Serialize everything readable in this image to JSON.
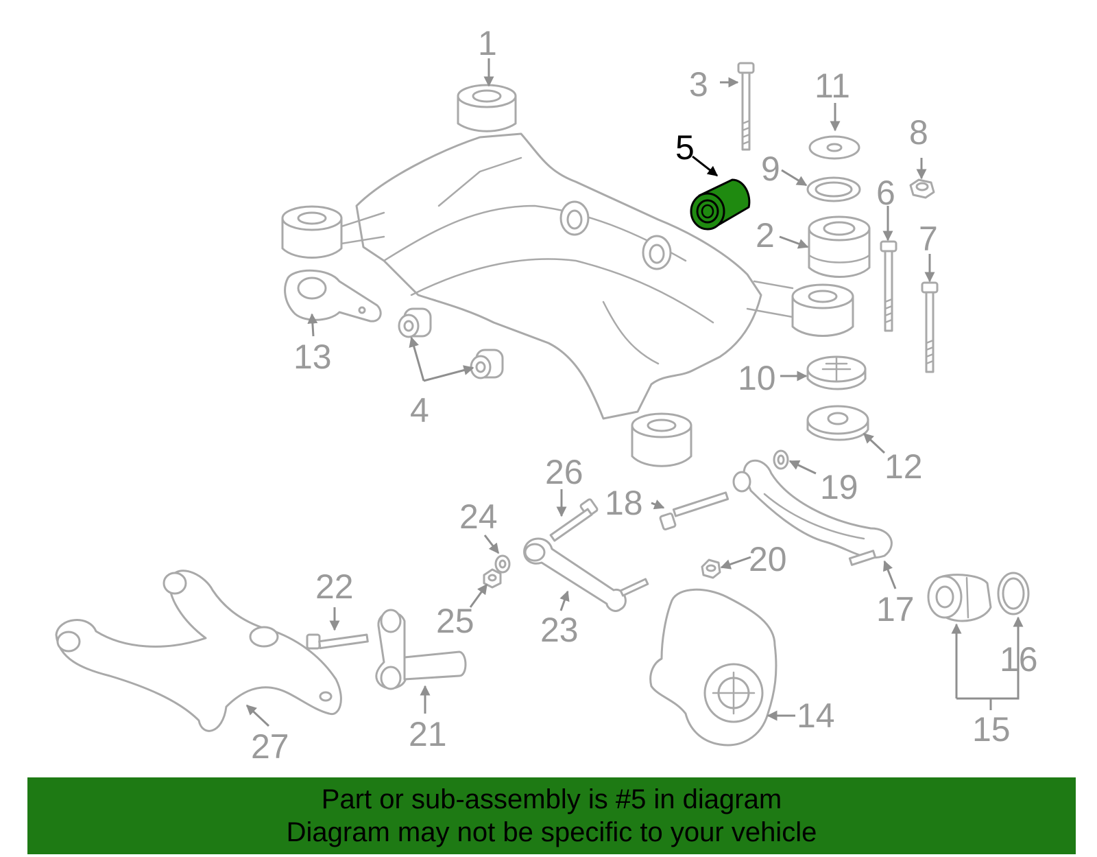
{
  "highlight": {
    "part_number": "5",
    "fill_color": "#1f8a10",
    "banner_color": "#1e7a14"
  },
  "banner": {
    "line1": "Part or sub-assembly is #5 in diagram",
    "line2": "Diagram may not be specific to your vehicle"
  },
  "callouts": [
    "1",
    "2",
    "3",
    "4",
    "5",
    "6",
    "7",
    "8",
    "9",
    "10",
    "11",
    "12",
    "13",
    "14",
    "15",
    "16",
    "17",
    "18",
    "19",
    "20",
    "21",
    "22",
    "23",
    "24",
    "25",
    "26",
    "27"
  ]
}
